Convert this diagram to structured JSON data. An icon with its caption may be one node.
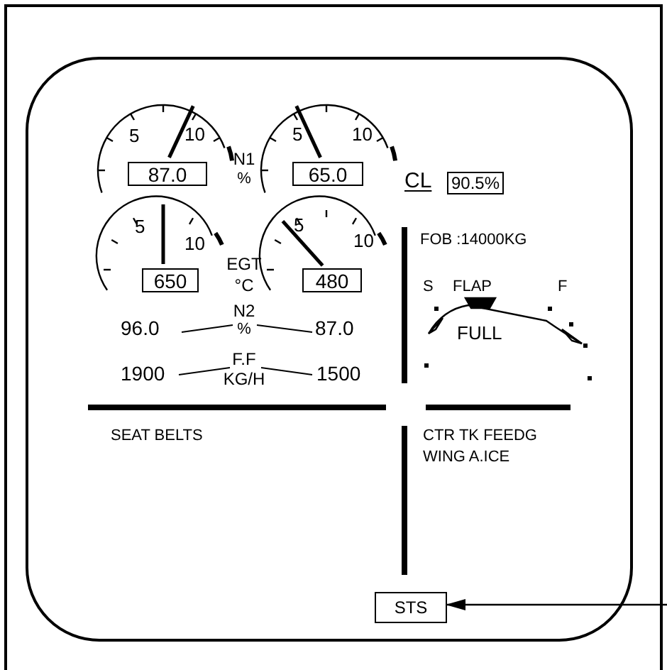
{
  "diagram": {
    "nodes": [
      {
        "text": [],
        "shape": "box"
      },
      {
        "text": [
          "87.0"
        ],
        "in": 0
      },
      {
        "text": [
          "65.0"
        ],
        "in": 0
      },
      {
        "text": [
          "90.5%"
        ],
        "in": 0
      },
      {
        "text": [
          "650"
        ],
        "in": 0
      },
      {
        "text": [
          "480"
        ],
        "in": 0
      },
      {
        "text": [
          "STS"
        ],
        "in": 0
      }
    ],
    "edges": [
      {
        "from": null,
        "to": 6,
        "arrow": "to"
      }
    ],
    "labels": [
      "5",
      "10",
      "N1",
      "%",
      "5",
      "10",
      "CL",
      "5",
      "10",
      "EGT",
      "°C",
      "5",
      "10",
      "N2",
      "96.0",
      "%",
      "87.0",
      "F.F",
      "1900",
      "KG/H",
      "1500",
      "FOB :14000KG",
      "S",
      "FLAP",
      "F",
      "FULL",
      "SEAT BELTS",
      "CTR TK FEEDG",
      "WING A.ICE"
    ]
  }
}
